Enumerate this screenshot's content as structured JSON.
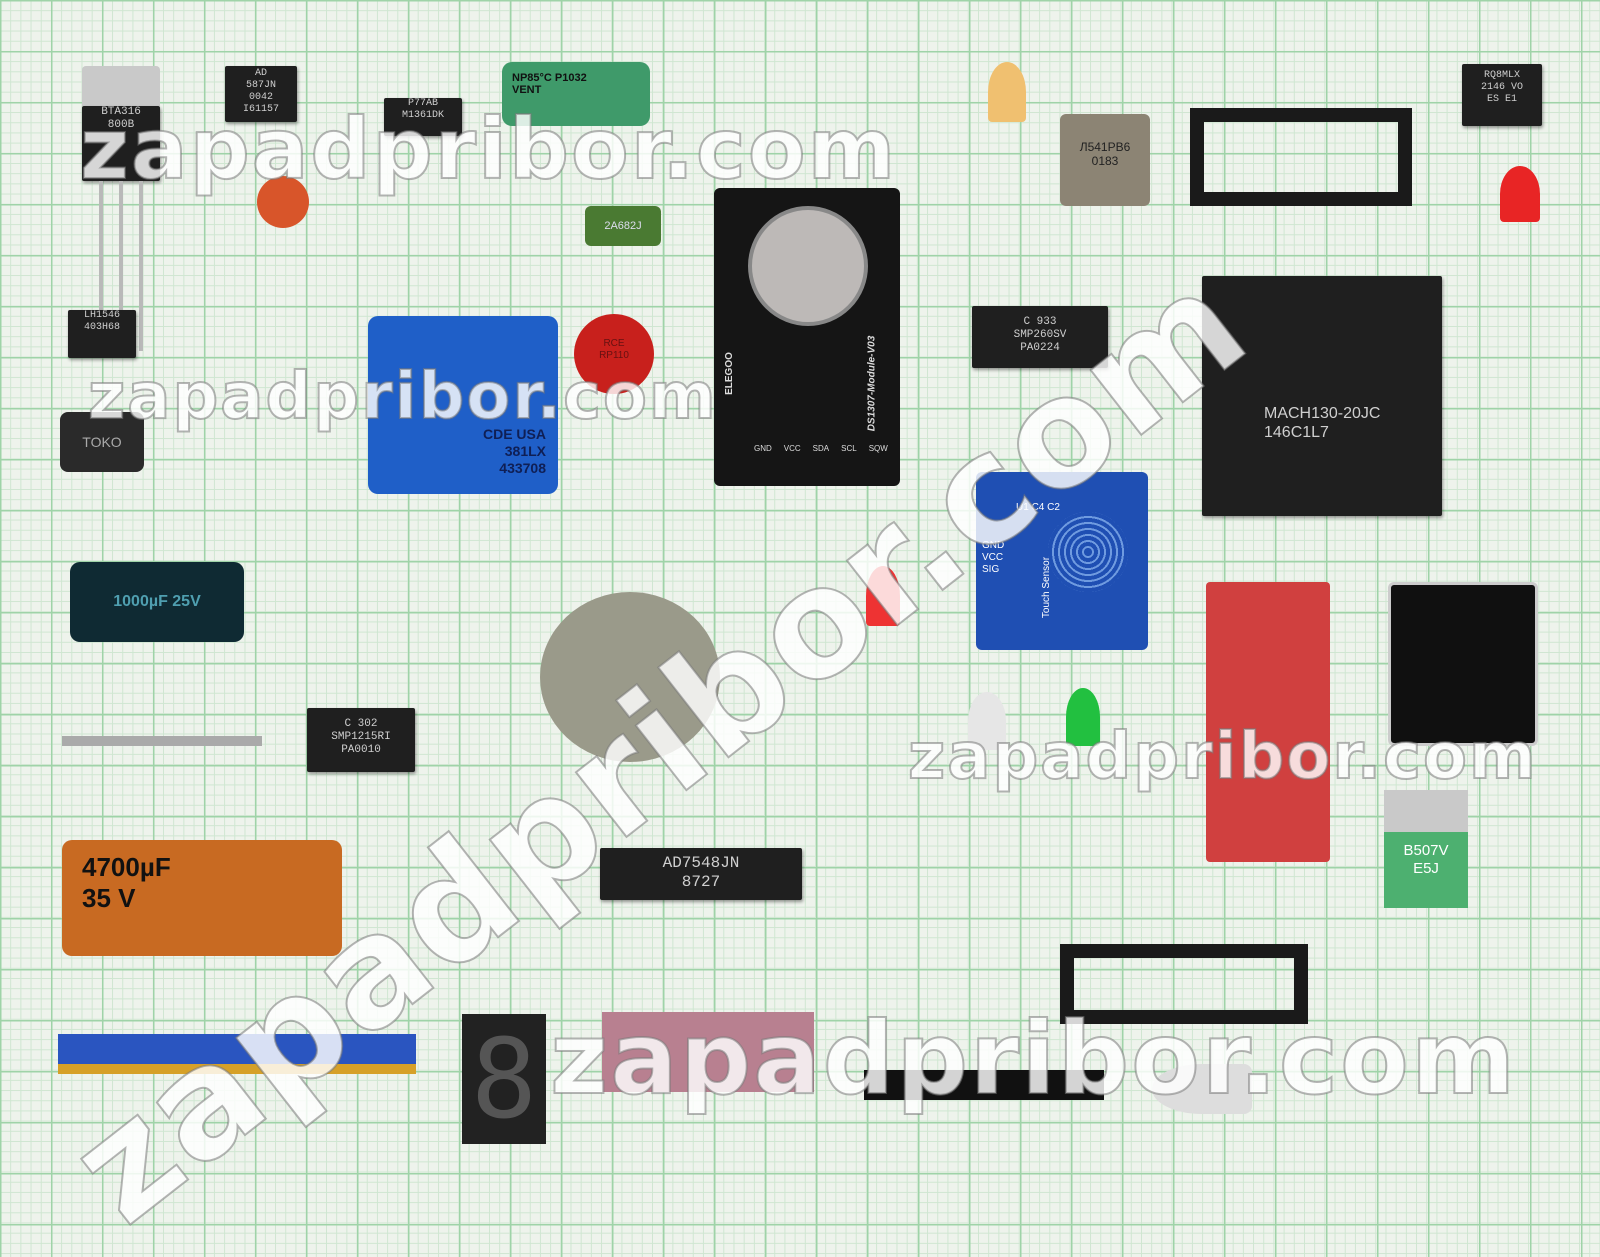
{
  "watermarks": [
    "zapadpribor.com",
    "zapadpribor.com",
    "zapadpribor.com",
    "zapadpribor.com",
    "zapadpribor.com"
  ],
  "components": {
    "triac": [
      "BTA316",
      "800B"
    ],
    "opamp_top": [
      "AD",
      "587JN",
      "0042",
      "I61157"
    ],
    "ic_small": [
      "P77AB",
      "M1361DK"
    ],
    "cap_green": [
      "NP85°C",
      "NP85°C",
      "NP85°C",
      "P1032",
      "VENT"
    ],
    "film_cap": "2A682J",
    "optocoupler": [
      "LH1546",
      "403H68"
    ],
    "inductor": "TOKO",
    "electrolytic_blue": [
      "CDE USA",
      "381LX",
      "433708"
    ],
    "varistor": [
      "RCE",
      "RP110"
    ],
    "rtc_module": {
      "brand": "ELEGOO",
      "title": "DS1307-Module-V03",
      "pins": [
        "GND",
        "VCC",
        "SDA",
        "SCL",
        "SQW"
      ]
    },
    "relay_ic": [
      "Л541РВ6",
      "0183"
    ],
    "smd_ic": [
      "C 933",
      "SMP260SV",
      "PA0224"
    ],
    "cpld": [
      "MACH130-20JC",
      "146C1L7"
    ],
    "top_right_ic": [
      "RQ8MLX",
      "2146 VO",
      "ES E1"
    ],
    "cap_1000": "1000µF 25V",
    "touch_sensor": {
      "title": "Touch Sensor",
      "pins": [
        "GND",
        "VCC",
        "SIG"
      ],
      "labels": [
        "U1",
        "C4",
        "C2"
      ]
    },
    "smd_ic2": [
      "C 302",
      "SMP1215RI",
      "PA0010"
    ],
    "cap_4700": [
      "4700µF",
      "35 V"
    ],
    "dac": [
      "AD7548JN",
      "8727"
    ],
    "regulator": [
      "B507V",
      "E5J"
    ],
    "seven_segment": "8"
  },
  "colors": {
    "grid": "#9fd3a8",
    "paper": "#eef3ec",
    "pcb_blue": "#1f4fb3",
    "pcb_red": "#d0403f"
  }
}
